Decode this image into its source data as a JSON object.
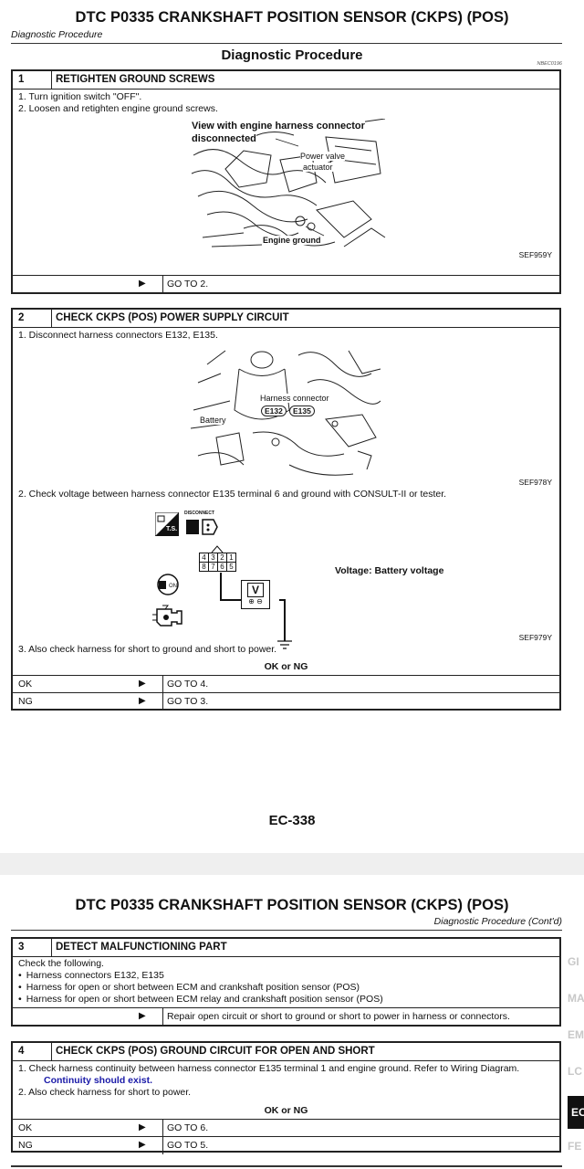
{
  "page1": {
    "title": "DTC P0335 CRANKSHAFT POSITION SENSOR (CKPS) (POS)",
    "subtitle": "Diagnostic Procedure",
    "section_title": "Diagnostic Procedure",
    "section_code": "NBEC0196",
    "step1": {
      "number": "1",
      "title": "RETIGHTEN GROUND SCREWS",
      "lines": [
        "1. Turn ignition switch \"OFF\".",
        "2. Loosen and retighten engine ground screws."
      ],
      "figure_caption": "View with engine harness connector disconnected",
      "figure_caption_1": "View with engine harness connector",
      "figure_caption_2": "disconnected",
      "label_power_valve_1": "Power valve",
      "label_power_valve_2": "actuator",
      "label_engine_ground": "Engine ground",
      "figure_code": "SEF959Y",
      "goto": "GO TO 2."
    },
    "step2": {
      "number": "2",
      "title": "CHECK CKPS (POS) POWER SUPPLY CIRCUIT",
      "line1": "1. Disconnect harness connectors E132, E135.",
      "label_harness": "Harness connector",
      "label_e132": "E132",
      "label_e135": "E135",
      "label_battery": "Battery",
      "figure1_code": "SEF978Y",
      "line2": "2. Check voltage between harness connector E135 terminal 6 and ground with CONSULT-II or tester.",
      "label_ts": "T.S.",
      "label_disconnect": "DISCONNECT",
      "label_on": "ON",
      "connector_pins_top": [
        "4",
        "3",
        "2",
        "1"
      ],
      "connector_pins_bottom": [
        "8",
        "7",
        "6",
        "5"
      ],
      "meter_letter": "V",
      "voltage_label": "Voltage: Battery voltage",
      "figure2_code": "SEF979Y",
      "line3": "3. Also check harness for short to ground and short to power.",
      "ok_or_ng": "OK or NG",
      "results": [
        {
          "label": "OK",
          "goto": "GO TO 4."
        },
        {
          "label": "NG",
          "goto": "GO TO 3."
        }
      ]
    },
    "page_number": "EC-338"
  },
  "page2": {
    "title": "DTC P0335 CRANKSHAFT POSITION SENSOR (CKPS) (POS)",
    "subtitle": "Diagnostic Procedure (Cont'd)",
    "step3": {
      "number": "3",
      "title": "DETECT MALFUNCTIONING PART",
      "intro": "Check the following.",
      "bullets": [
        "Harness connectors E132, E135",
        "Harness for open or short between ECM and crankshaft position sensor (POS)",
        "Harness for open or short between ECM relay and crankshaft position sensor (POS)"
      ],
      "action": "Repair open circuit or short to ground or short to power in harness or connectors."
    },
    "step4": {
      "number": "4",
      "title": "CHECK CKPS (POS) GROUND CIRCUIT FOR OPEN AND SHORT",
      "line1": "1. Check harness continuity between harness connector E135 terminal 1 and engine ground. Refer to Wiring Diagram.",
      "continuity": "Continuity should exist.",
      "line2": "2. Also check harness for short to power.",
      "ok_or_ng": "OK or NG",
      "results": [
        {
          "label": "OK",
          "goto": "GO TO 6."
        },
        {
          "label": "NG",
          "goto": "GO TO 5."
        }
      ]
    },
    "side_tabs": [
      "GI",
      "MA",
      "EM",
      "LC",
      "EC",
      "FE"
    ],
    "active_tab": "EC"
  },
  "colors": {
    "accent_blue": "#1a1aa8",
    "border": "#222222",
    "gap": "#efefef"
  },
  "icons": [
    "play-arrow-icon",
    "ts-icon",
    "disconnect-icon",
    "ignition-key-icon",
    "engine-icon",
    "voltmeter-icon",
    "ground-icon"
  ]
}
